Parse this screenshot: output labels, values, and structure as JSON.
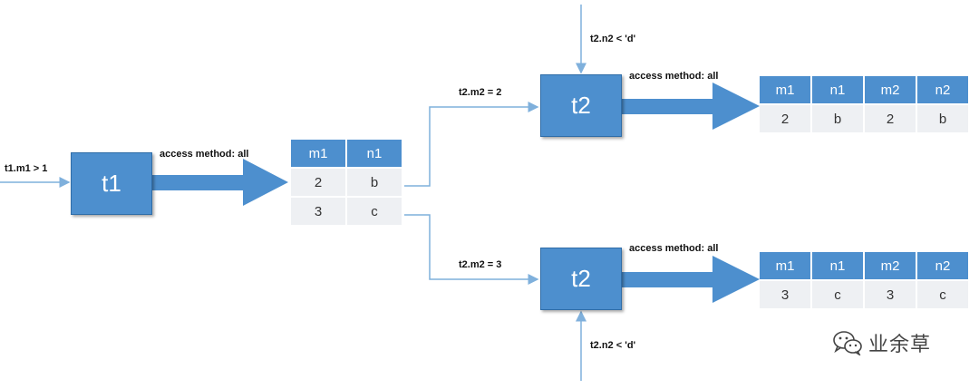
{
  "t1": {
    "name": "t1",
    "filter": "t1.m1 > 1",
    "access": "access method: all",
    "result": {
      "columns": [
        "m1",
        "n1"
      ],
      "rows": [
        [
          "2",
          "b"
        ],
        [
          "3",
          "c"
        ]
      ]
    }
  },
  "t2_top": {
    "name": "t2",
    "join_condition": "t2.m2 = 2",
    "filter": "t2.n2 < 'd'",
    "access": "access method: all",
    "result": {
      "columns": [
        "m1",
        "n1",
        "m2",
        "n2"
      ],
      "rows": [
        [
          "2",
          "b",
          "2",
          "b"
        ]
      ]
    }
  },
  "t2_bottom": {
    "name": "t2",
    "join_condition": "t2.m2 = 3",
    "filter": "t2.n2 < 'd'",
    "access": "access method: all",
    "result": {
      "columns": [
        "m1",
        "n1",
        "m2",
        "n2"
      ],
      "rows": [
        [
          "3",
          "c",
          "3",
          "c"
        ]
      ]
    }
  },
  "watermark": {
    "text": "业余草",
    "icon": "wechat-icon"
  },
  "colors": {
    "box_fill": "#4d8fce",
    "arrow": "#4d8fce",
    "line": "#7fb0dc",
    "table_header": "#4d8fce",
    "table_cell": "#eef0f3"
  }
}
